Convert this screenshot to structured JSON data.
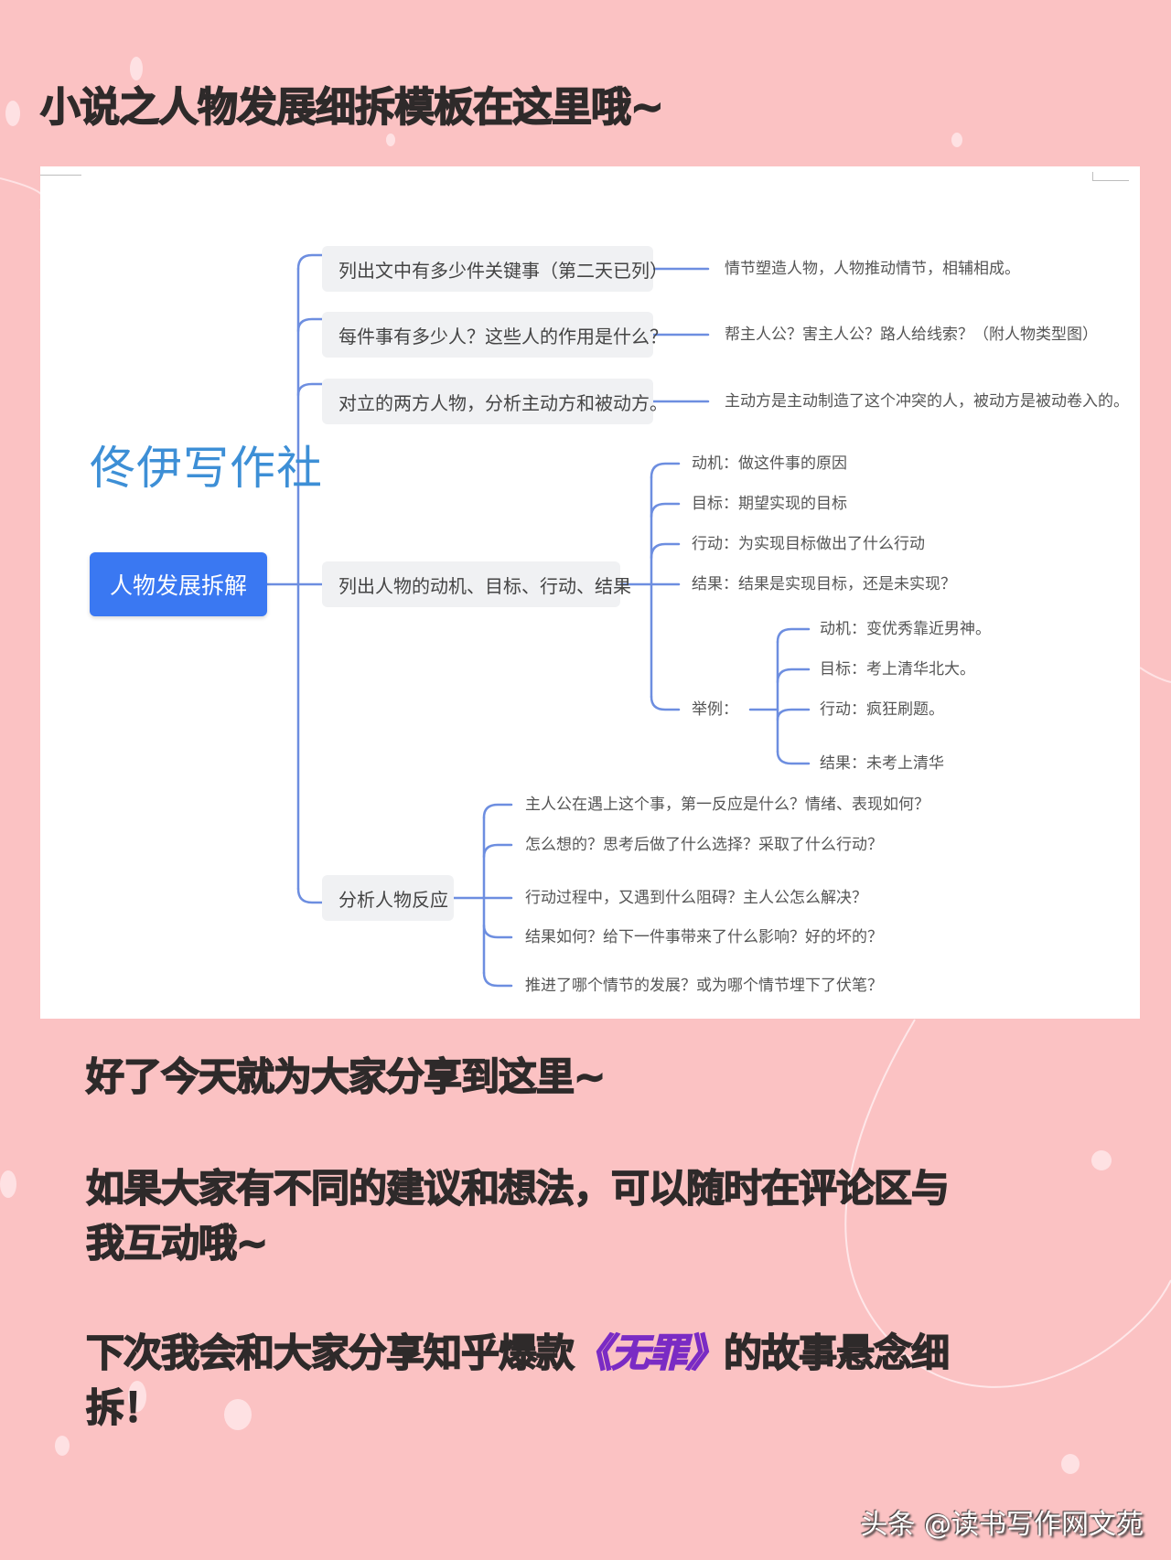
{
  "page": {
    "title": "小说之人物发展细拆模板在这里哦~",
    "background_color": "#fbc2c3"
  },
  "mindmap": {
    "brand": "佟伊写作社",
    "root": "人物发展拆解",
    "colors": {
      "root_fill": "#3a78f2",
      "line": "#6d8ee0",
      "node_fill": "#f0f1f3",
      "brand": "#3d8fd6"
    },
    "branches": [
      {
        "label": "列出文中有多少件关键事（第二天已列）",
        "note": "情节塑造人物，人物推动情节，相辅相成。"
      },
      {
        "label": "每件事有多少人？这些人的作用是什么？",
        "note": "帮主人公？害主人公？路人给线索？（附人物类型图）"
      },
      {
        "label": "对立的两方人物，分析主动方和被动方。",
        "note": "主动方是主动制造了这个冲突的人，被动方是被动卷入的。"
      },
      {
        "label": "列出人物的动机、目标、行动、结果",
        "children": [
          "动机：做这件事的原因",
          "目标：期望实现的目标",
          "行动：为实现目标做出了什么行动",
          "结果：结果是实现目标，还是未实现？"
        ],
        "example": {
          "label": "举例：",
          "children": [
            "动机：变优秀靠近男神。",
            "目标：考上清华北大。",
            "行动：疯狂刷题。",
            "结果：未考上清华"
          ]
        }
      },
      {
        "label": "分析人物反应",
        "children": [
          "主人公在遇上这个事，第一反应是什么？情绪、表现如何？",
          "怎么想的？思考后做了什么选择？采取了什么行动？",
          "行动过程中，又遇到什么阻碍？主人公怎么解决？",
          "结果如何？给下一件事带来了什么影响？好的坏的？",
          "推进了哪个情节的发展？或为哪个情节埋下了伏笔？"
        ]
      }
    ]
  },
  "closing": {
    "line1": "好了今天就为大家分享到这里~",
    "line2a": "如果大家有不同的建议和想法，可以随时在评论区与",
    "line2b": "我互动哦~",
    "line3_pre": "下次我会和大家分享知乎爆款",
    "line3_highlight": "《无罪》",
    "line3_post": "的故事悬念细",
    "line3b": "拆！",
    "highlight_color": "#7a2bc4"
  },
  "watermark": "头条 @读书写作网文苑"
}
